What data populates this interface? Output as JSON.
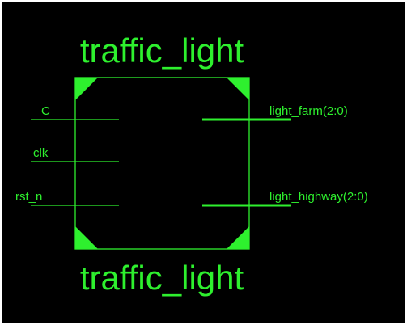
{
  "block": {
    "name_top": "traffic_light",
    "name_bottom": "traffic_light"
  },
  "inputs": [
    {
      "label": "C"
    },
    {
      "label": "clk"
    },
    {
      "label": "rst_n"
    }
  ],
  "outputs": [
    {
      "label": "light_farm(2:0)"
    },
    {
      "label": "light_highway(2:0)"
    }
  ],
  "colors": {
    "background": "#000000",
    "wire": "#2ef02e",
    "border": "#ffffff"
  }
}
